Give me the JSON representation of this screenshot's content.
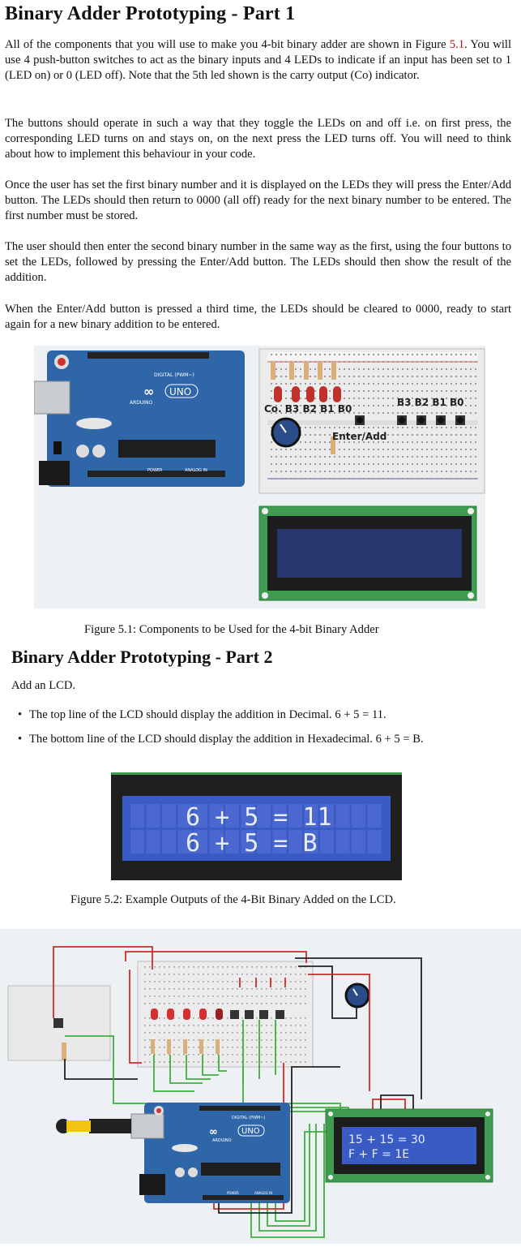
{
  "part1": {
    "title": "Binary Adder Prototyping - Part 1",
    "p1_a": "All of the components that you will use to make you 4-bit binary adder are shown in Figure",
    "p1_link": "5.1",
    "p1_b": ". You will use 4 push-button switches to act as the binary inputs and 4 LEDs to indicate if an input has been set to 1 (LED on) or 0 (LED off). Note that the 5th led shown is the carry output (Co) indicator.",
    "p2": "The buttons should operate in such a way that they toggle the LEDs on and off i.e. on first press, the corresponding LED turns on and stays on, on the next press the LED turns off. You will need to think about how to implement this behaviour in your code.",
    "p3": "Once the user has set the first binary number and it is displayed on the LEDs they will press the Enter/Add button. The LEDs should then return to 0000 (all off) ready for the next binary number to be entered. The first number must be stored.",
    "p4": "The user should then enter the second binary number in the same way as the first, using the four buttons to set the LEDs, followed by pressing the Enter/Add button. The LEDs should then show the result of the addition.",
    "p5": "When the Enter/Add button is pressed a third time, the LEDs should be cleared to 0000, ready to start again for a new binary addition to be entered."
  },
  "figure1": {
    "caption": "Figure 5.1: Components to be Used for the 4-bit Binary Adder",
    "led_labels": "Co. B3 B2 B1 B0",
    "button_labels": "B3 B2 B1 B0",
    "enter_label": "Enter/Add",
    "board_brand": "ARDUINO",
    "board_model": "UNO",
    "digital_label": "DIGITAL (PWM~)",
    "power_label": "POWER",
    "analog_label": "ANALOG IN"
  },
  "part2": {
    "title": "Binary Adder Prototyping - Part 2",
    "intro": "Add an LCD.",
    "bullet1": "The top line of the LCD should display the addition in Decimal. 6 + 5 = 11.",
    "bullet2": "The bottom line of the LCD should display the addition in Hexadecimal. 6 + 5 = B."
  },
  "figure2": {
    "caption": "Figure 5.2: Example Outputs of the 4-Bit Binary Added on the LCD.",
    "line1": "6 + 5 = 11",
    "line2": "6 + 5 = B"
  },
  "figure3": {
    "lcd_line1": "15 + 15 = 30",
    "lcd_line2": "F + F = 1E",
    "board_brand": "ARDUINO",
    "board_model": "UNO",
    "digital_label": "DIGITAL (PWM~)",
    "power_label": "POWER",
    "analog_label": "ANALOG IN"
  },
  "colors": {
    "arduino_blue": "#2f66a8",
    "lcd_blue": "#3b5bc4",
    "pcb_green": "#3e9b4f",
    "led_red": "#c0312b",
    "wire_red": "#d12b2b",
    "wire_green": "#3fae3f",
    "link_red": "#bb1111"
  }
}
